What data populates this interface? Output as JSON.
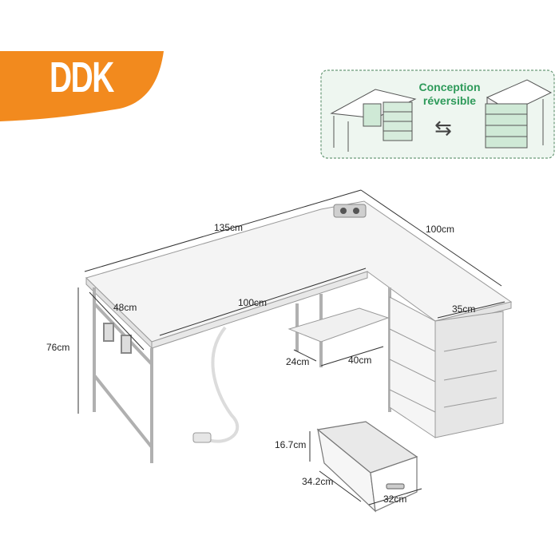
{
  "brand": {
    "logo_text": "DDK",
    "accent_color": "#f28a1e"
  },
  "callout": {
    "title_line1": "Conception",
    "title_line2": "réversible",
    "swap_icon": "swap-arrows-icon",
    "accent_color": "#2e9a5a"
  },
  "dimensions": {
    "top_length": "135cm",
    "side_length": "100cm",
    "depth_left": "48cm",
    "inner_length": "100cm",
    "cabinet_depth": "35cm",
    "height": "76cm",
    "shelf_depth": "24cm",
    "shelf_width": "40cm",
    "drawer_height": "16.7cm",
    "drawer_depth": "34.2cm",
    "drawer_width": "32cm"
  }
}
